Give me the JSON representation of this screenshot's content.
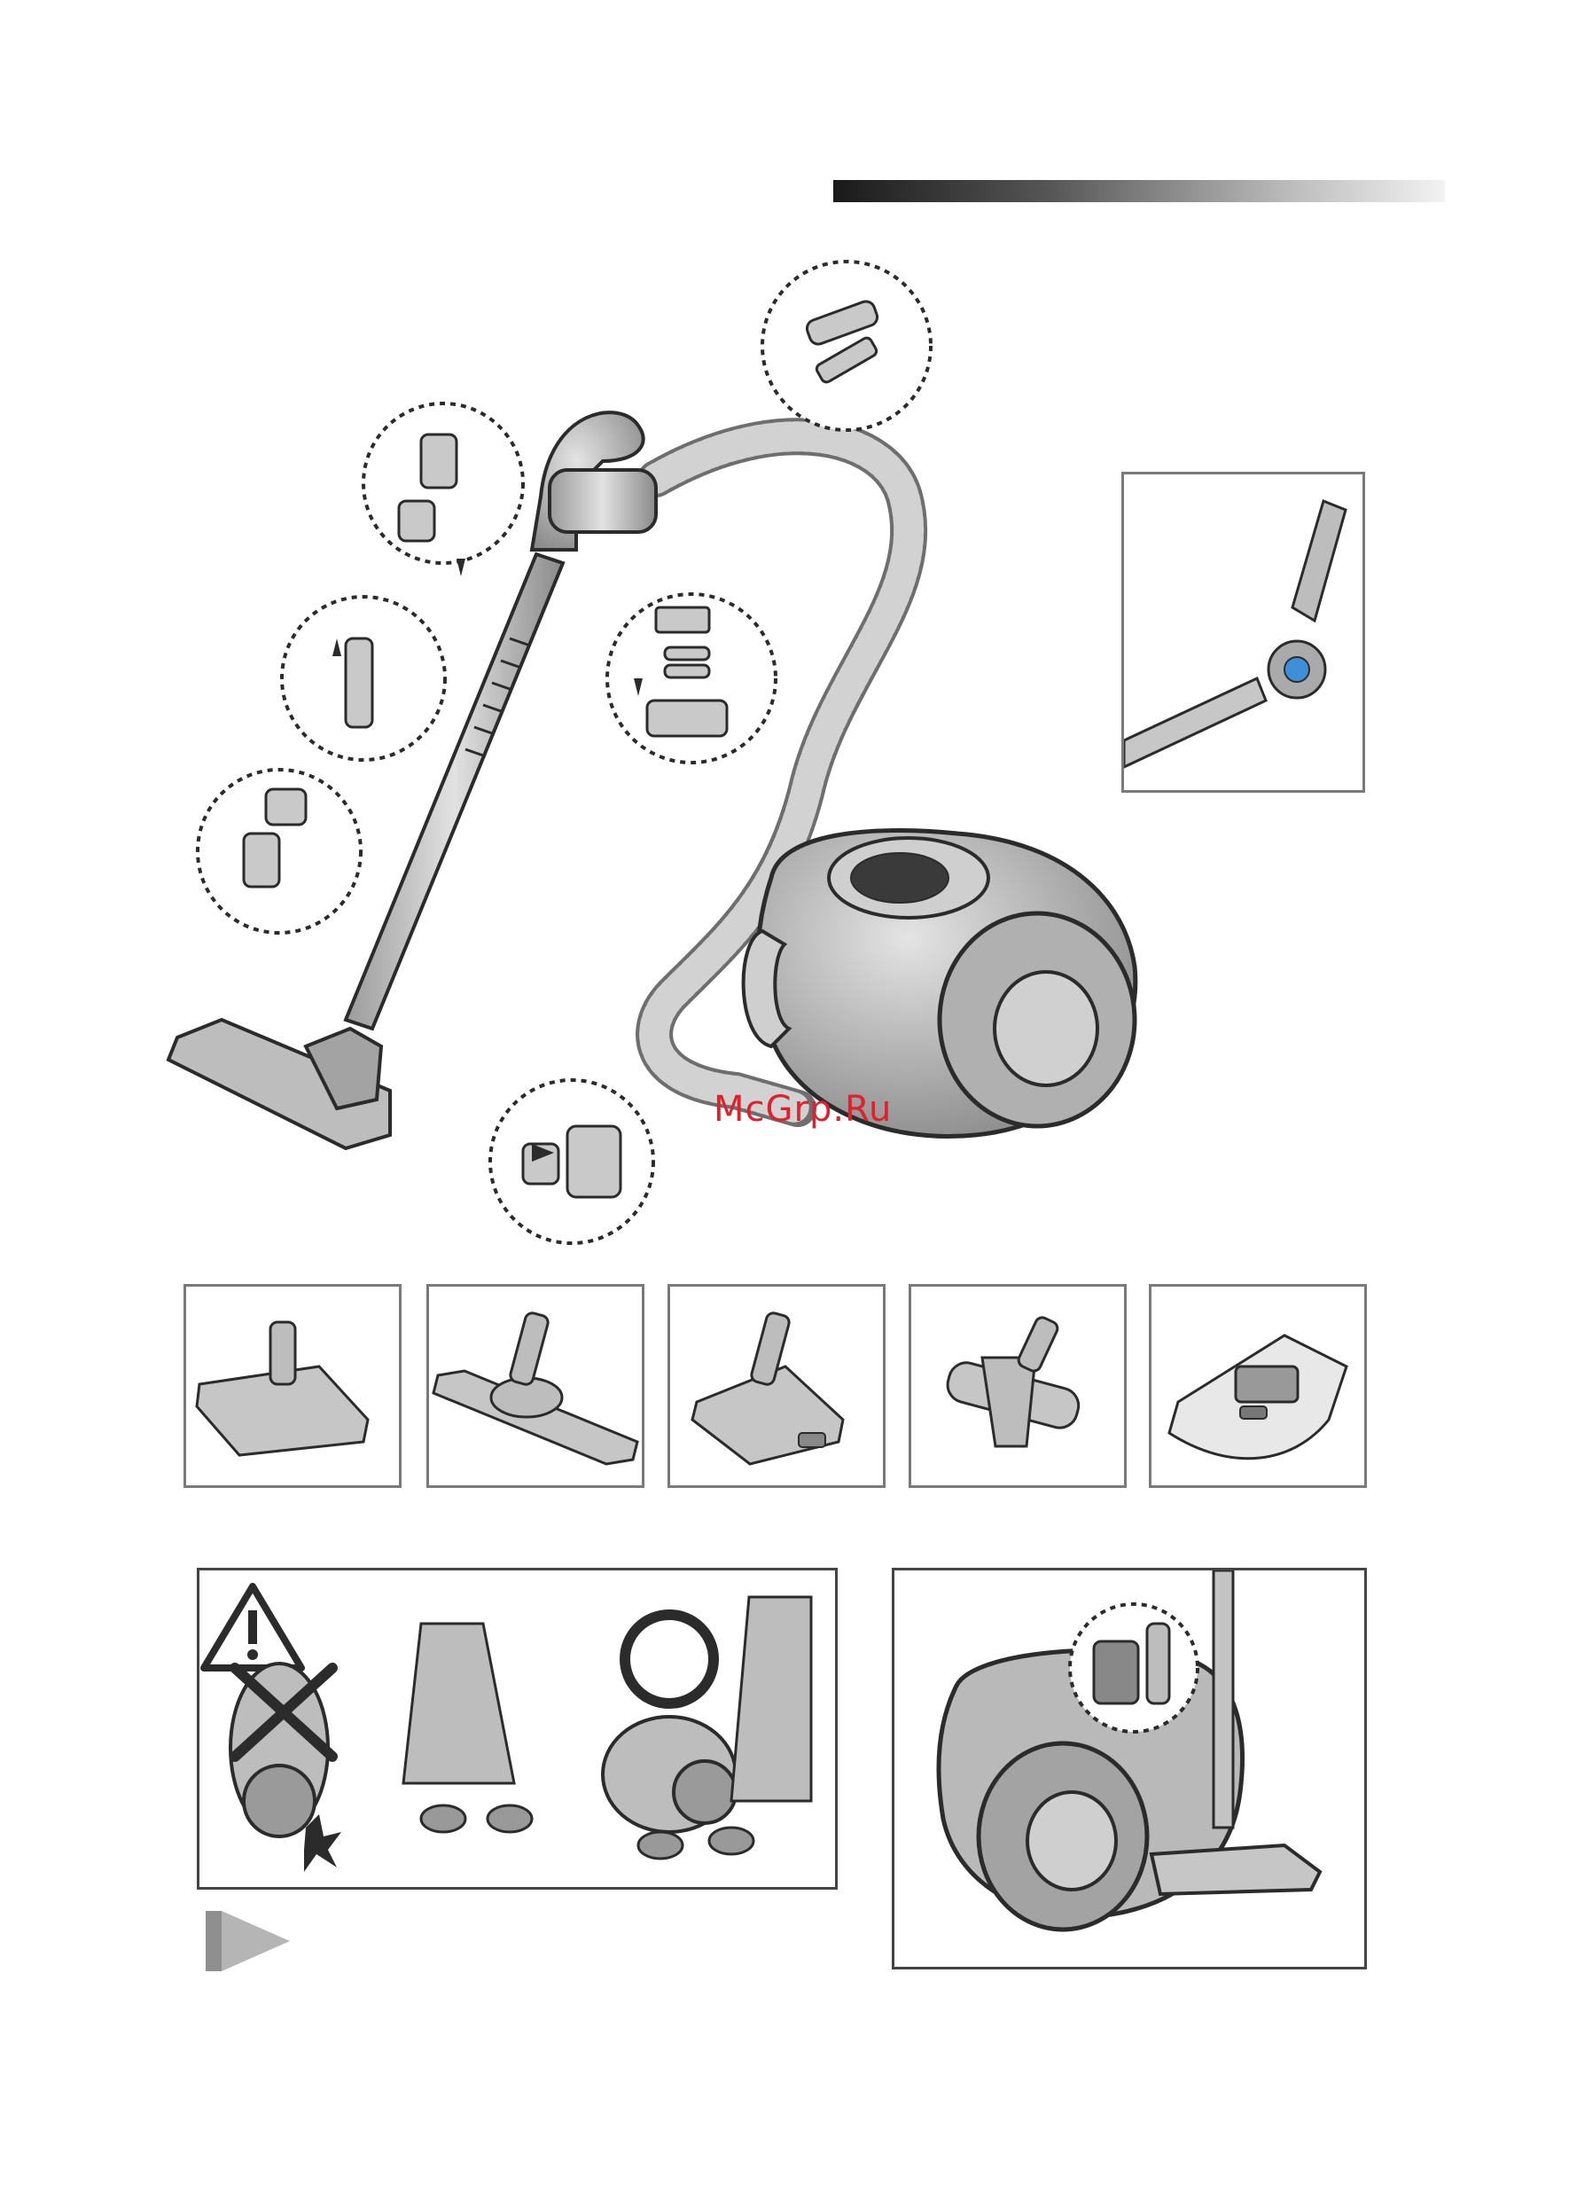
{
  "page": {
    "watermark": "McGrp.Ru"
  },
  "colors": {
    "outline": "#2b2b2b",
    "body_gray": "#a9a9a9",
    "light_gray": "#d6d6d6",
    "accent_blue": "#3f8fd8",
    "watermark_red": "#e0202a"
  },
  "header": {
    "gradient_bar": "dark-to-light"
  },
  "main_figure": {
    "items": [
      "vacuum-body",
      "hose",
      "handle",
      "telescopic-pipe",
      "floor-brush"
    ],
    "detail_circles": [
      "hose-rest-clip",
      "pipe-to-handle",
      "pipe-length-adjust",
      "brush-to-pipe",
      "battery-compartment",
      "hose-inlet"
    ]
  },
  "side_detail": {
    "icon": "pipe-swivel-joint-icon"
  },
  "accessories": {
    "items": [
      {
        "icon": "turbo-floor-brush-icon"
      },
      {
        "icon": "parquet-brush-icon"
      },
      {
        "icon": "combination-brush-icon"
      },
      {
        "icon": "mini-turbo-brush-icon"
      },
      {
        "icon": "battery-pack-icon"
      }
    ]
  },
  "warning_panel": {
    "icons": [
      "warning-triangle-icon",
      "prohibited-cross-icon",
      "correct-circle-icon"
    ]
  },
  "storage_panel": {
    "icon": "parking-storage-icon"
  },
  "section_marker": {
    "icon": "play-triangle-icon"
  }
}
